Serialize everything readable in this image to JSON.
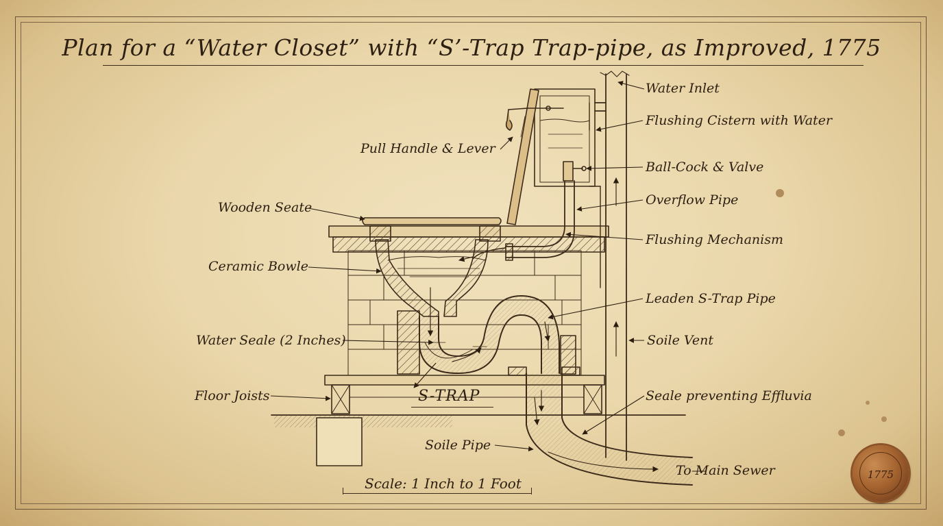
{
  "title": "Plan for a “Water Closet” with “S’-Trap Trap-pipe, as Improved, 1775",
  "labels": {
    "water_inlet": "Water Inlet",
    "flushing_cistern": "Flushing Cistern with Water",
    "pull_handle": "Pull Handle & Lever",
    "ball_cock": "Ball-Cock & Valve",
    "wooden_seat": "Wooden Seate",
    "overflow_pipe": "Overflow Pipe",
    "flushing_mechanism": "Flushing Mechanism",
    "ceramic_bowl": "Ceramic Bowle",
    "leaden_trap": "Leaden S-Trap Pipe",
    "water_seal": "Water Seale (2 Inches)",
    "soil_vent": "Soile Vent",
    "floor_joists": "Floor Joists",
    "seal_effluvia": "Seale preventing Effluvia",
    "soil_pipe": "Soile Pipe",
    "main_sewer": "To Main Sewer"
  },
  "s_trap_label": "S-TRAP",
  "scale": "Scale: 1 Inch to 1 Foot",
  "wax_seal_year": "1775",
  "colors": {
    "paper": "#ead7ab",
    "ink": "#2b1d10",
    "wax": "#a4632f"
  }
}
